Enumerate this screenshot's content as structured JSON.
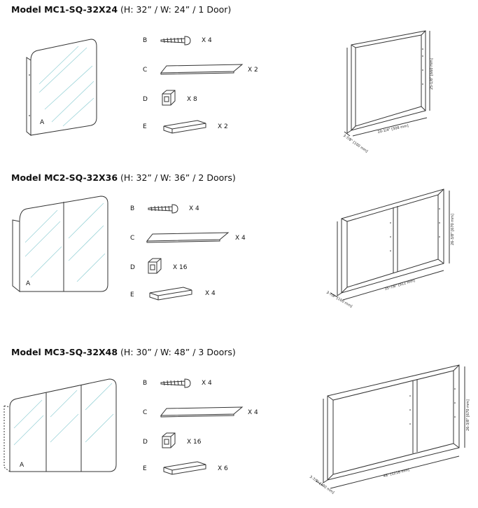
{
  "models": [
    {
      "name": "Model MC1-SQ-32X24",
      "spec": " (H: 32” / W: 24” / 1 Door)",
      "label_a": "A",
      "parts": [
        {
          "letter": "B",
          "qty": "X 4"
        },
        {
          "letter": "C",
          "qty": "X 2"
        },
        {
          "letter": "D",
          "qty": "X 8"
        },
        {
          "letter": "E",
          "qty": "X 2"
        }
      ],
      "dims": {
        "height": "25-1/8\" [660 mm]",
        "width": "20-1/4\" [508 mm]",
        "depth": "3-7/8\" [100 mm]"
      }
    },
    {
      "name": "Model MC2-SQ-32X36",
      "spec": " (H: 32” / W: 36” / 2 Doors)",
      "label_a": "A",
      "parts": [
        {
          "letter": "B",
          "qty": "X 4"
        },
        {
          "letter": "C",
          "qty": "X 4"
        },
        {
          "letter": "D",
          "qty": "X 16"
        },
        {
          "letter": "E",
          "qty": "X 4"
        }
      ],
      "dims": {
        "height": "26-3/8\" [670 mm]",
        "width": "35-7/8\" [912 mm]",
        "depth": "3-7/8\" [100 mm]"
      }
    },
    {
      "name": "Model MC3-SQ-32X48",
      "spec": " (H: 30” / W: 48” / 3 Doors)",
      "label_a": "A",
      "parts": [
        {
          "letter": "B",
          "qty": "X 4"
        },
        {
          "letter": "C",
          "qty": "X 4"
        },
        {
          "letter": "D",
          "qty": "X 16"
        },
        {
          "letter": "E",
          "qty": "X 6"
        }
      ],
      "dims": {
        "height": "26-3/8\" [670 mm]",
        "width": "48\" [1218 mm]",
        "depth": "3-7/8\" [100 mm]"
      }
    }
  ]
}
